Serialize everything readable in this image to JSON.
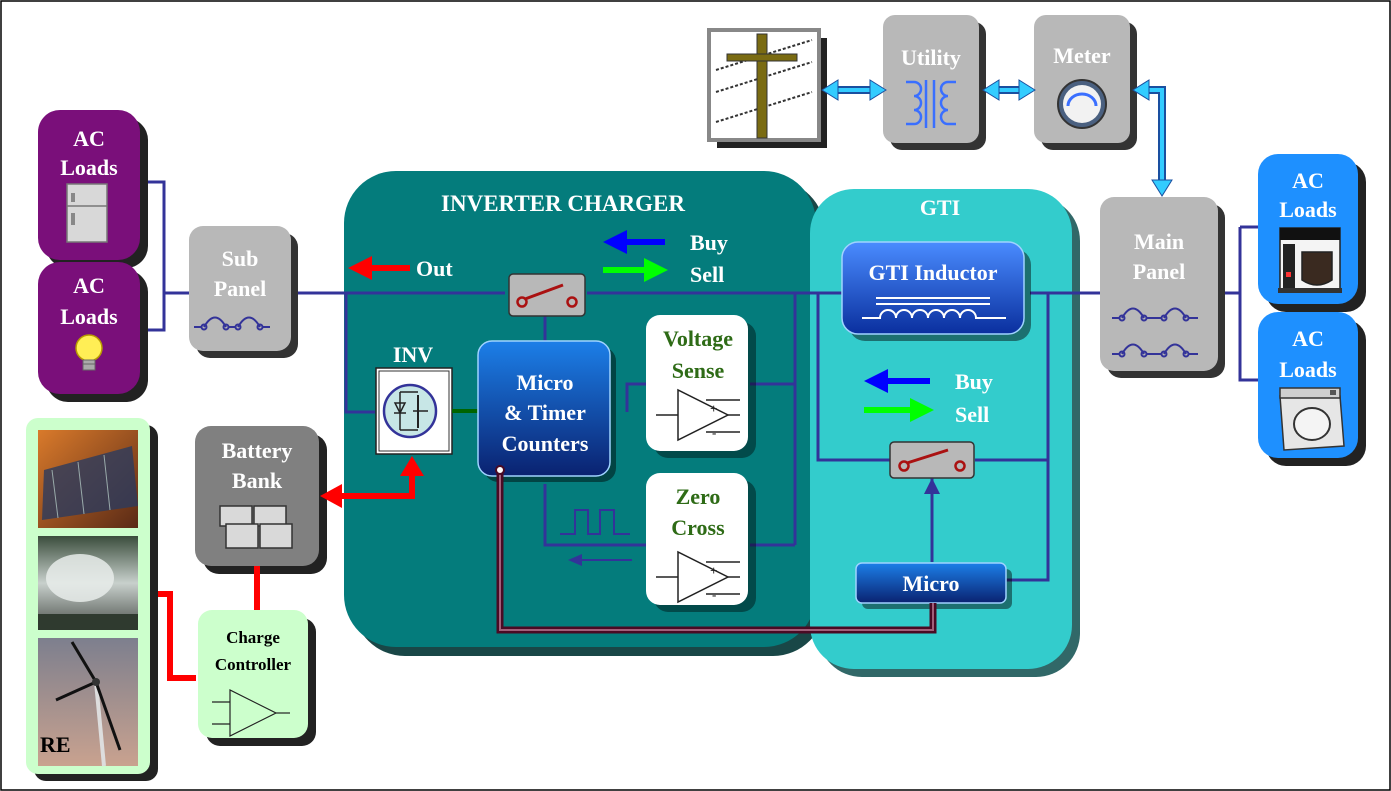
{
  "labels": {
    "ac_loads_line1": "AC",
    "ac_loads_line2": "Loads",
    "sub_panel_line1": "Sub",
    "sub_panel_line2": "Panel",
    "inverter_charger": "INVERTER CHARGER",
    "out": "Out",
    "buy": "Buy",
    "sell": "Sell",
    "inv": "INV",
    "micro_timer_line1": "Micro",
    "micro_timer_line2": "& Timer",
    "micro_timer_line3": "Counters",
    "voltage_sense_line1": "Voltage",
    "voltage_sense_line2": "Sense",
    "zero_cross_line1": "Zero",
    "zero_cross_line2": "Cross",
    "battery_line1": "Battery",
    "battery_line2": "Bank",
    "charge_line1": "Charge",
    "charge_line2": "Controller",
    "re": "RE",
    "gti": "GTI",
    "gti_inductor": "GTI Inductor",
    "micro": "Micro",
    "utility": "Utility",
    "meter": "Meter",
    "main_panel_line1": "Main",
    "main_panel_line2": "Panel"
  },
  "colors": {
    "purple_load": "#7a0f7a",
    "blue_load": "#1e90ff",
    "inverter_teal": "#047c7c",
    "gti_cyan": "#33cccc",
    "gray_box": "#b8b8b8",
    "battery_gray": "#808080",
    "charge_green": "#ccffcc",
    "wire_navy": "#333399",
    "power_red": "#ff0000",
    "arrow_blue": "#0000ff",
    "arrow_green": "#00ff00",
    "link_cyan": "#33ccff",
    "label_green": "#2e6b16"
  }
}
